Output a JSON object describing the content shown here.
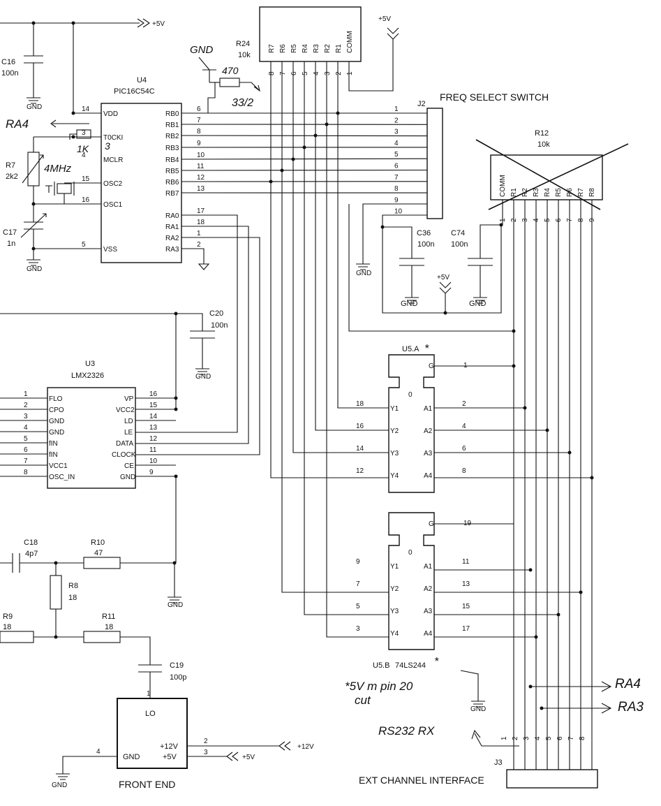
{
  "components": {
    "U4": {
      "ref": "U4",
      "part": "PIC16C54C",
      "left_pins": [
        {
          "num": "14",
          "name": "VDD"
        },
        {
          "num": "3",
          "name": "T0CKI"
        },
        {
          "num": "4",
          "name": "MCLR"
        },
        {
          "num": "15",
          "name": "OSC2"
        },
        {
          "num": "16",
          "name": "OSC1"
        },
        {
          "num": "5",
          "name": "VSS"
        }
      ],
      "right_pins": [
        {
          "num": "6",
          "name": "RB0"
        },
        {
          "num": "7",
          "name": "RB1"
        },
        {
          "num": "8",
          "name": "RB2"
        },
        {
          "num": "9",
          "name": "RB3"
        },
        {
          "num": "10",
          "name": "RB4"
        },
        {
          "num": "11",
          "name": "RB5"
        },
        {
          "num": "12",
          "name": "RB6"
        },
        {
          "num": "13",
          "name": "RB7"
        },
        {
          "num": "17",
          "name": "RA0"
        },
        {
          "num": "18",
          "name": "RA1"
        },
        {
          "num": "1",
          "name": "RA2"
        },
        {
          "num": "2",
          "name": "RA3"
        }
      ]
    },
    "U3": {
      "ref": "U3",
      "part": "LMX2326",
      "left_pins": [
        {
          "num": "1",
          "name": "FLO"
        },
        {
          "num": "2",
          "name": "CPO"
        },
        {
          "num": "3",
          "name": "GND"
        },
        {
          "num": "4",
          "name": "GND"
        },
        {
          "num": "5",
          "name": "fIN"
        },
        {
          "num": "6",
          "name": "fIN"
        },
        {
          "num": "7",
          "name": "VCC1"
        },
        {
          "num": "8",
          "name": "OSC_IN"
        }
      ],
      "right_pins": [
        {
          "num": "16",
          "name": "VP"
        },
        {
          "num": "15",
          "name": "VCC2"
        },
        {
          "num": "14",
          "name": "LD"
        },
        {
          "num": "13",
          "name": "LE"
        },
        {
          "num": "12",
          "name": "DATA"
        },
        {
          "num": "11",
          "name": "CLOCK"
        },
        {
          "num": "10",
          "name": "CE"
        },
        {
          "num": "9",
          "name": "GND"
        }
      ]
    },
    "U5A": {
      "ref": "U5.A",
      "star": "*",
      "en": "G",
      "en_pin": "1",
      "zero": "0",
      "y": [
        {
          "num": "18",
          "name": "Y1"
        },
        {
          "num": "16",
          "name": "Y2"
        },
        {
          "num": "14",
          "name": "Y3"
        },
        {
          "num": "12",
          "name": "Y4"
        }
      ],
      "a": [
        {
          "num": "2",
          "name": "A1"
        },
        {
          "num": "4",
          "name": "A2"
        },
        {
          "num": "6",
          "name": "A3"
        },
        {
          "num": "8",
          "name": "A4"
        }
      ]
    },
    "U5B": {
      "ref": "U5.B",
      "part": "74LS244",
      "star": "*",
      "en": "G",
      "en_pin": "19",
      "zero": "0",
      "y": [
        {
          "num": "9",
          "name": "Y1"
        },
        {
          "num": "7",
          "name": "Y2"
        },
        {
          "num": "5",
          "name": "Y3"
        },
        {
          "num": "3",
          "name": "Y4"
        }
      ],
      "a": [
        {
          "num": "11",
          "name": "A1"
        },
        {
          "num": "13",
          "name": "A2"
        },
        {
          "num": "15",
          "name": "A3"
        },
        {
          "num": "17",
          "name": "A4"
        }
      ]
    },
    "R24": {
      "ref": "R24",
      "value": "10k",
      "pins": [
        "R7",
        "R6",
        "R5",
        "R4",
        "R3",
        "R2",
        "R1",
        "COMM"
      ],
      "nums": [
        "8",
        "7",
        "6",
        "5",
        "4",
        "3",
        "2",
        "1"
      ]
    },
    "R12": {
      "ref": "R12",
      "value": "10k",
      "pins": [
        "COMM",
        "R1",
        "R2",
        "R3",
        "R4",
        "R5",
        "R6",
        "R7",
        "R8"
      ],
      "nums": [
        "1",
        "2",
        "3",
        "4",
        "5",
        "6",
        "7",
        "8",
        "9"
      ]
    },
    "J2": {
      "ref": "J2",
      "title": "FREQ SELECT SWITCH",
      "nums": [
        "1",
        "2",
        "3",
        "4",
        "5",
        "6",
        "7",
        "8",
        "9",
        "10"
      ]
    },
    "J3": {
      "ref": "J3",
      "title": "EXT CHANNEL INTERFACE",
      "nums": [
        "1",
        "2",
        "3",
        "4",
        "5",
        "6",
        "7",
        "8"
      ]
    },
    "C16": {
      "ref": "C16",
      "value": "100n"
    },
    "C17": {
      "ref": "C17",
      "value": "1n"
    },
    "C20": {
      "ref": "C20",
      "value": "100n"
    },
    "C36": {
      "ref": "C36",
      "value": "100n"
    },
    "C74": {
      "ref": "C74",
      "value": "100n"
    },
    "C18": {
      "ref": "C18",
      "value": "4p7"
    },
    "C19": {
      "ref": "C19",
      "value": "100p"
    },
    "R7": {
      "ref": "R7",
      "value": "2k2"
    },
    "R10": {
      "ref": "R10",
      "value": "47"
    },
    "R8": {
      "ref": "R8",
      "value": "18"
    },
    "R9": {
      "ref": "R9",
      "value": "18"
    },
    "R11": {
      "ref": "R11",
      "value": "18"
    },
    "FE": {
      "title": "FRONT END",
      "lo": "LO",
      "lo_pin": "1",
      "gnd": "GND",
      "gnd_pin": "4",
      "v12": "+12V",
      "v12_pin": "2",
      "v5": "+5V",
      "v5_pin": "3"
    }
  },
  "power": {
    "gnd": "GND",
    "v5": "+5V",
    "v12": "+12V"
  },
  "annotations": {
    "gnd": "GND",
    "r470": "470",
    "r3372": "33/2",
    "ra4": "RA4",
    "r1k": "1K",
    "three": "3",
    "f4mhz": "4MHz",
    "note5v": "*5V m pin 20",
    "note_cut": "cut",
    "ra4_right": "RA4",
    "ra3_right": "RA3",
    "rs232": "RS232 RX"
  }
}
